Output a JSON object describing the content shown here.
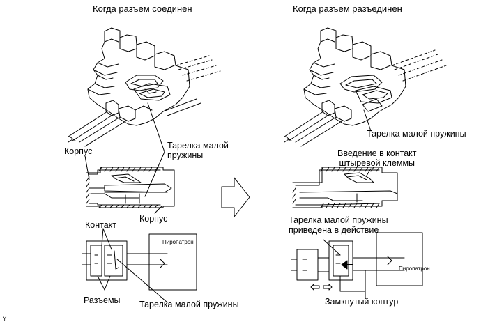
{
  "titles": {
    "connected": "Когда разъем соединен",
    "disconnected": "Когда разъем разъединен"
  },
  "left": {
    "small_spring_plate": "Тарелка малой\nпружины",
    "housing_top": "Корпус",
    "housing_bottom": "Корпус",
    "contact": "Контакт",
    "squib": "Пиропатрон",
    "connectors": "Разъемы",
    "small_spring_plate_bottom": "Тарелка малой пружины"
  },
  "right": {
    "small_spring_plate": "Тарелка малой пружины",
    "pin_insertion": "Введение в контакт\nштыревой клеммы",
    "spring_plate_activated": "Тарелка малой пружины\nприведена в действие",
    "squib": "Пиропатрон",
    "closed_circuit": "Замкнутый контур"
  },
  "footer_mark": "Y"
}
